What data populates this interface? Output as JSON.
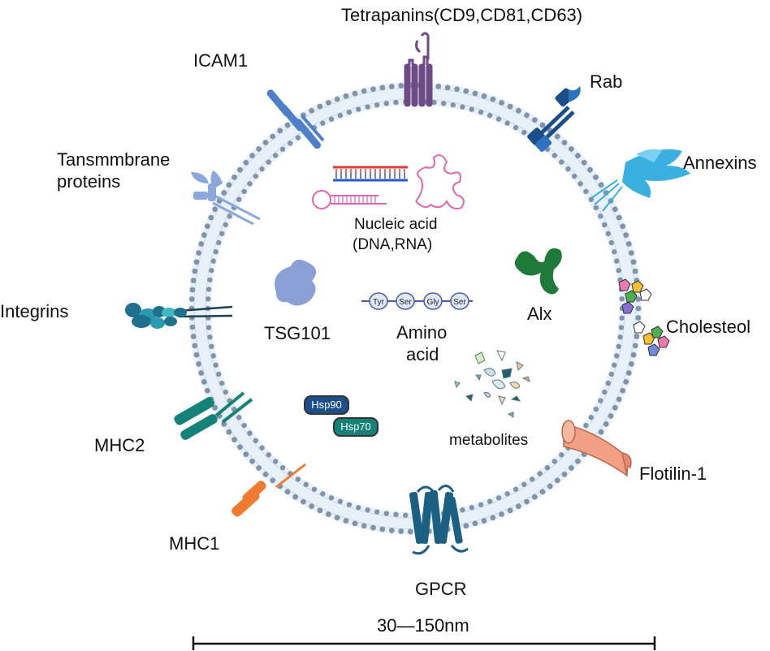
{
  "labels": {
    "tetrapanins": "Tetrapanins(CD9,CD81,CD63)",
    "icam1": "ICAM1",
    "rab": "Rab",
    "tansmmbrane_line1": "Tansmmbrane",
    "tansmmbrane_line2": "proteins",
    "annexins": "Annexins",
    "integrins": "Integrins",
    "cholesteol": "Cholesteol",
    "tsg101": "TSG101",
    "alx": "Alx",
    "amino_line1": "Amino",
    "amino_line2": "acid",
    "nucleic_line1": "Nucleic acid",
    "nucleic_line2": "(DNA,RNA)",
    "metabolites": "metabolites",
    "mhc2": "MHC2",
    "mhc1": "MHC1",
    "flotilin": "Flotilin-1",
    "gpcr": "GPCR",
    "scale": "30—150nm"
  },
  "amino_residues": [
    "Tyr",
    "Ser",
    "Gly",
    "Ser"
  ],
  "heat_shock": {
    "hsp90": "Hsp90",
    "hsp70": "Hsp70"
  },
  "colors": {
    "membrane_bead": "#7f94ab",
    "membrane_fill": "#e9f1f8",
    "tetrapanin": "#6e4a86",
    "icam": "#4f7fc9",
    "rab": "#1c4e8a",
    "transmembrane": "#8aa8dc",
    "annexin": "#3ab0e0",
    "integrin": "#1f6f8f",
    "mhc2": "#148278",
    "mhc1": "#f07a30",
    "flotilin": "#f2a085",
    "gpcr": "#1b5f82",
    "tsg101": "#8a9fd6",
    "alx": "#1f7a3a",
    "dna_red": "#e03a3a",
    "dna_blue": "#2a56c6",
    "rna_pink": "#e066b0"
  }
}
